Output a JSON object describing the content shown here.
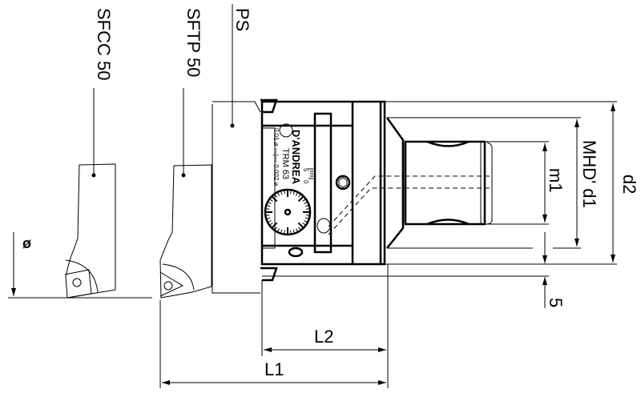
{
  "labels": {
    "sfcc": "SFCC 50",
    "sftp": "SFTP 50",
    "ps": "PS",
    "diameter": "ø",
    "d2": "d2",
    "mhd_d1": "MHD' d1",
    "m1": "m1",
    "five": "5",
    "l2": "L2",
    "l1": "L1"
  },
  "engraving": {
    "brand": "D'ANDREA",
    "model": "TRM 63",
    "precision": "0.01 ø —|— 0.002 ø",
    "scale_5": "5",
    "scale_0": "0"
  },
  "colors": {
    "line": "#000000",
    "background": "#ffffff"
  }
}
